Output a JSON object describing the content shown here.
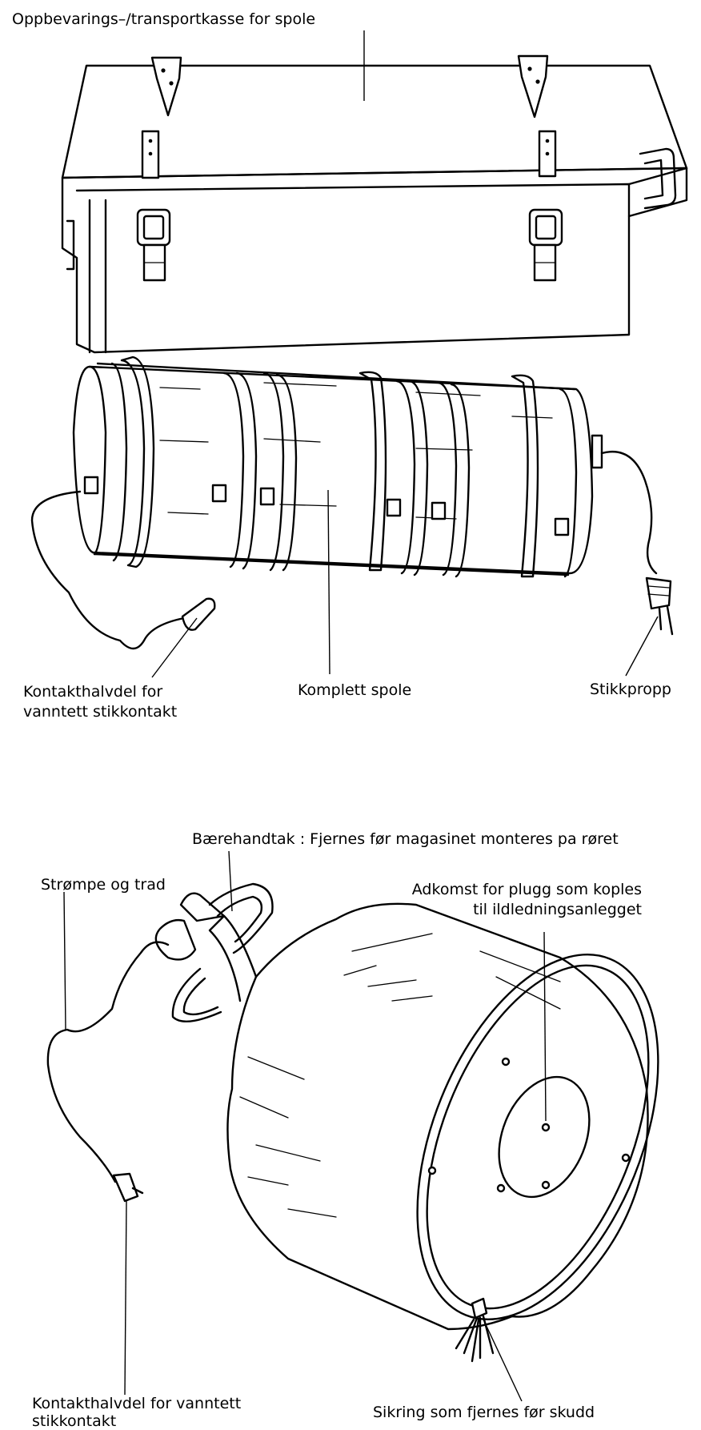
{
  "figure1": {
    "labels": {
      "case": "Oppbevarings–/transportkasse for spole",
      "socket": [
        "Kontakthalvdel for",
        "vanntett stikkontakt"
      ],
      "spool": "Komplett spole",
      "plug": "Stikkpropp"
    }
  },
  "figure2": {
    "labels": {
      "handle": "Bærehandtak : Fjernes før magasinet monteres pa røret",
      "stocking": "Strømpe og trad",
      "access": [
        "Adkomst for plugg som koples",
        "til ildledningsanlegget"
      ],
      "socket": [
        "Kontakthalvdel for vanntett",
        "stikkontakt"
      ],
      "fuse": "Sikring som fjernes før skudd"
    }
  }
}
